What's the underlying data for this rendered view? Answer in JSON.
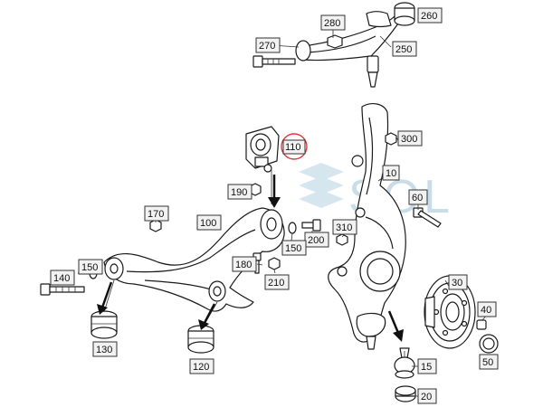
{
  "diagram": {
    "parts": [
      {
        "id": "p10",
        "label": "10"
      },
      {
        "id": "p15",
        "label": "15"
      },
      {
        "id": "p20",
        "label": "20"
      },
      {
        "id": "p30",
        "label": "30"
      },
      {
        "id": "p40",
        "label": "40"
      },
      {
        "id": "p50",
        "label": "50"
      },
      {
        "id": "p60",
        "label": "60"
      },
      {
        "id": "p100",
        "label": "100"
      },
      {
        "id": "p110",
        "label": "110",
        "highlighted": true
      },
      {
        "id": "p120",
        "label": "120"
      },
      {
        "id": "p130",
        "label": "130"
      },
      {
        "id": "p140",
        "label": "140"
      },
      {
        "id": "p150a",
        "label": "150"
      },
      {
        "id": "p150b",
        "label": "150"
      },
      {
        "id": "p170",
        "label": "170"
      },
      {
        "id": "p180",
        "label": "180"
      },
      {
        "id": "p190",
        "label": "190"
      },
      {
        "id": "p200",
        "label": "200"
      },
      {
        "id": "p210",
        "label": "210"
      },
      {
        "id": "p250",
        "label": "250"
      },
      {
        "id": "p260",
        "label": "260"
      },
      {
        "id": "p270",
        "label": "270"
      },
      {
        "id": "p280",
        "label": "280"
      },
      {
        "id": "p300",
        "label": "300"
      },
      {
        "id": "p310",
        "label": "310"
      }
    ],
    "watermark": "SOL",
    "highlight_color": "#e23b3b",
    "watermark_color": "#c9dde8"
  }
}
